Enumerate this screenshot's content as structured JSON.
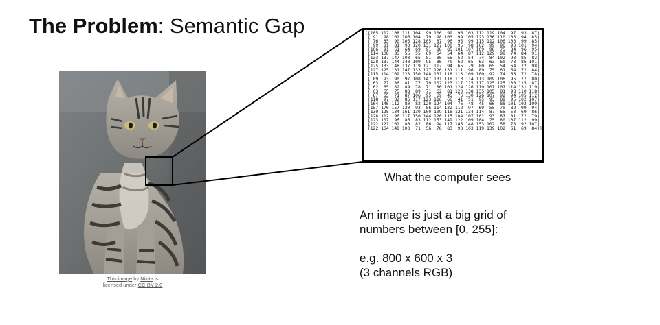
{
  "slide": {
    "title_bold": "The Problem",
    "title_rest": ": Semantic Gap",
    "caption": "What the computer sees",
    "description": [
      "An image is just a big grid of",
      "numbers between [0, 255]:"
    ],
    "example": [
      "e.g. 800 x 600 x 3",
      "(3 channels RGB)"
    ]
  },
  "credit": {
    "link1": "This image",
    "by": " by ",
    "author": "Nikita",
    "is": " is",
    "licensed": "licensed under ",
    "license": "CC-BY 2.0"
  },
  "pixel_grid": [
    "[[105 112 108 111 104  99 106  99  96 103 112 119 104  97  93  87]",
    " [ 91  98 102 106 104  79  98 103  99 105 123 136 110 105  94  85]",
    " [ 76  85  90 105 128 105  87  96  95  99 115 112 106 103  99  85]",
    " [ 99  81  81  93 120 131 127 100  95  98 102  99  96  93 101  94]",
    " [106  91  61  64  69  91  88  85 101 107 109  98  75  84  96  95]",
    " [114 108  85  55  55  69  64  54  64  87 112 129  98  74  84  91]",
    " [133 137 147 103  65  81  80  65  52  54  74  84 102  93  85  82]",
    " [128 137 144 140 109  95  86  70  62  65  63  63  60  73  86 101]",
    " [125 133 148 137 119 121 117  94  65  79  80  65  54  64  72  98]",
    " [127 125 131 147 133 127 126 131 111  96  89  75  61  64  72  84]",
    " [115 114 109 123 150 148 131 118 113 109 100  92  74  65  72  78]",
    " [ 89  93  90  97 108 147 131 118 113 114 113 109 106  95  77  80]",
    " [ 63  77  86  81  77  79 102 123 117 115 117 125 125 130 115  87]",
    " [ 62  65  82  89  78  71  80 101 124 126 119 101 107 114 131 119]",
    " [ 63  65  75  88  89  71  62  81 120 138 135 105  81  98 110 118]",
    " [ 87  65  71  87 106  95  69  45  76 130 126 107  92  94 105 112]",
    " [118  97  82  86 117 123 116  66  41  51  95  93  89  95 102 107]",
    " [164 146 112  80  82 120 124 104  76  48  45  66  88 101 102 109]",
    " [157 170 157 120  93  86 114 132 112  97  69  55  70  82  99  94]",
    " [130 128 134 161 139 100 109 118 121 134 114  87  65  53  69  86]",
    " [128 112  96 117 150 144 120 115 104 107 102  93  87  81  72  79]",
    " [123 107  96  86  83 112 153 149 122 109 104  75  80 107 112  99]",
    " [122 121 102  80  82  86  94 117 145 148 153 102  58  78  92 107]",
    " [122 164 148 103  71  56  78  83  93 103 119 139 102  61  69  84]]"
  ]
}
